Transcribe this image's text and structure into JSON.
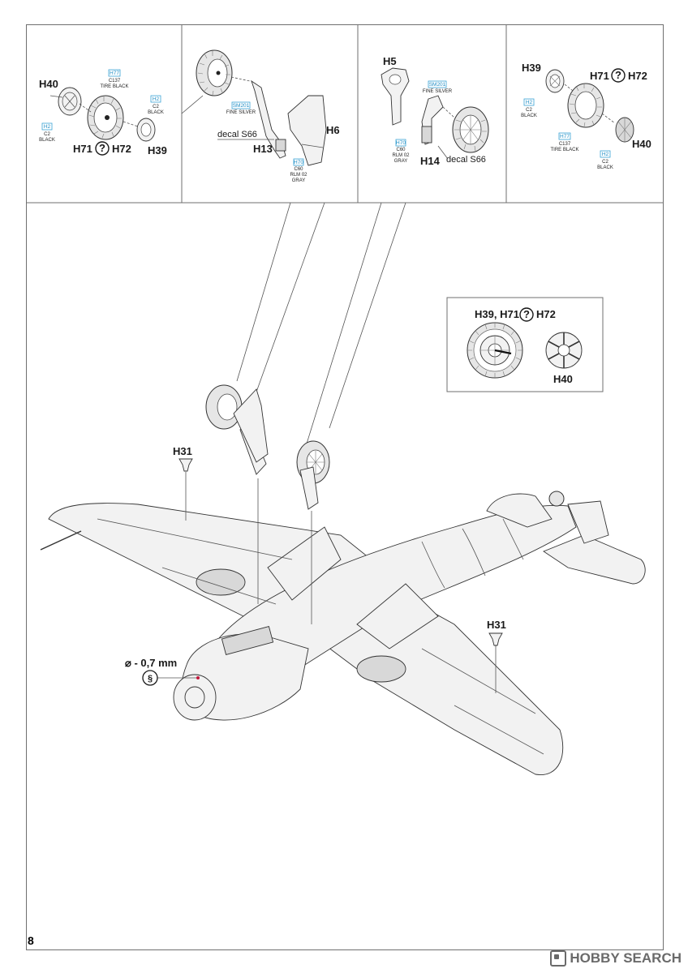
{
  "page": {
    "number": "8"
  },
  "watermark": {
    "text": "HOBBY SEARCH"
  },
  "panels": {
    "a": {
      "parts": [
        "H40",
        "H39"
      ],
      "option": {
        "left": "H71",
        "right": "H72"
      },
      "paints": [
        {
          "code": "H77",
          "name": "C137",
          "sub": "TIRE BLACK"
        },
        {
          "code": "H2",
          "name": "C2",
          "sub": "BLACK"
        },
        {
          "code": "H2",
          "name": "C2",
          "sub": "BLACK"
        }
      ]
    },
    "b": {
      "parts": [
        "H6",
        "H13"
      ],
      "decal": "decal S66",
      "paints": [
        {
          "code": "SM201",
          "name": "FINE SILVER",
          "sub": ""
        },
        {
          "code": "H70",
          "name": "C60",
          "sub": "RLM 02",
          "sub2": "GRAY"
        }
      ]
    },
    "c": {
      "parts": [
        "H5",
        "H14"
      ],
      "decal": "decal S66",
      "paints": [
        {
          "code": "SM201",
          "name": "FINE SILVER",
          "sub": ""
        },
        {
          "code": "H70",
          "name": "C60",
          "sub": "RLM 02",
          "sub2": "GRAY"
        }
      ]
    },
    "d": {
      "parts": [
        "H39",
        "H40"
      ],
      "option": {
        "left": "H71",
        "right": "H72"
      },
      "paints": [
        {
          "code": "H2",
          "name": "C2",
          "sub": "BLACK"
        },
        {
          "code": "H77",
          "name": "C137",
          "sub": "TIRE BLACK"
        },
        {
          "code": "H2",
          "name": "C2",
          "sub": "BLACK"
        }
      ]
    }
  },
  "inset": {
    "title_left": "H39, H71",
    "title_right": "H72",
    "part": "H40"
  },
  "main": {
    "h31_left": "H31",
    "h31_right": "H31",
    "drill": "⌀ - 0,7 mm"
  },
  "symbols": {
    "option": "?",
    "drill": "§"
  }
}
